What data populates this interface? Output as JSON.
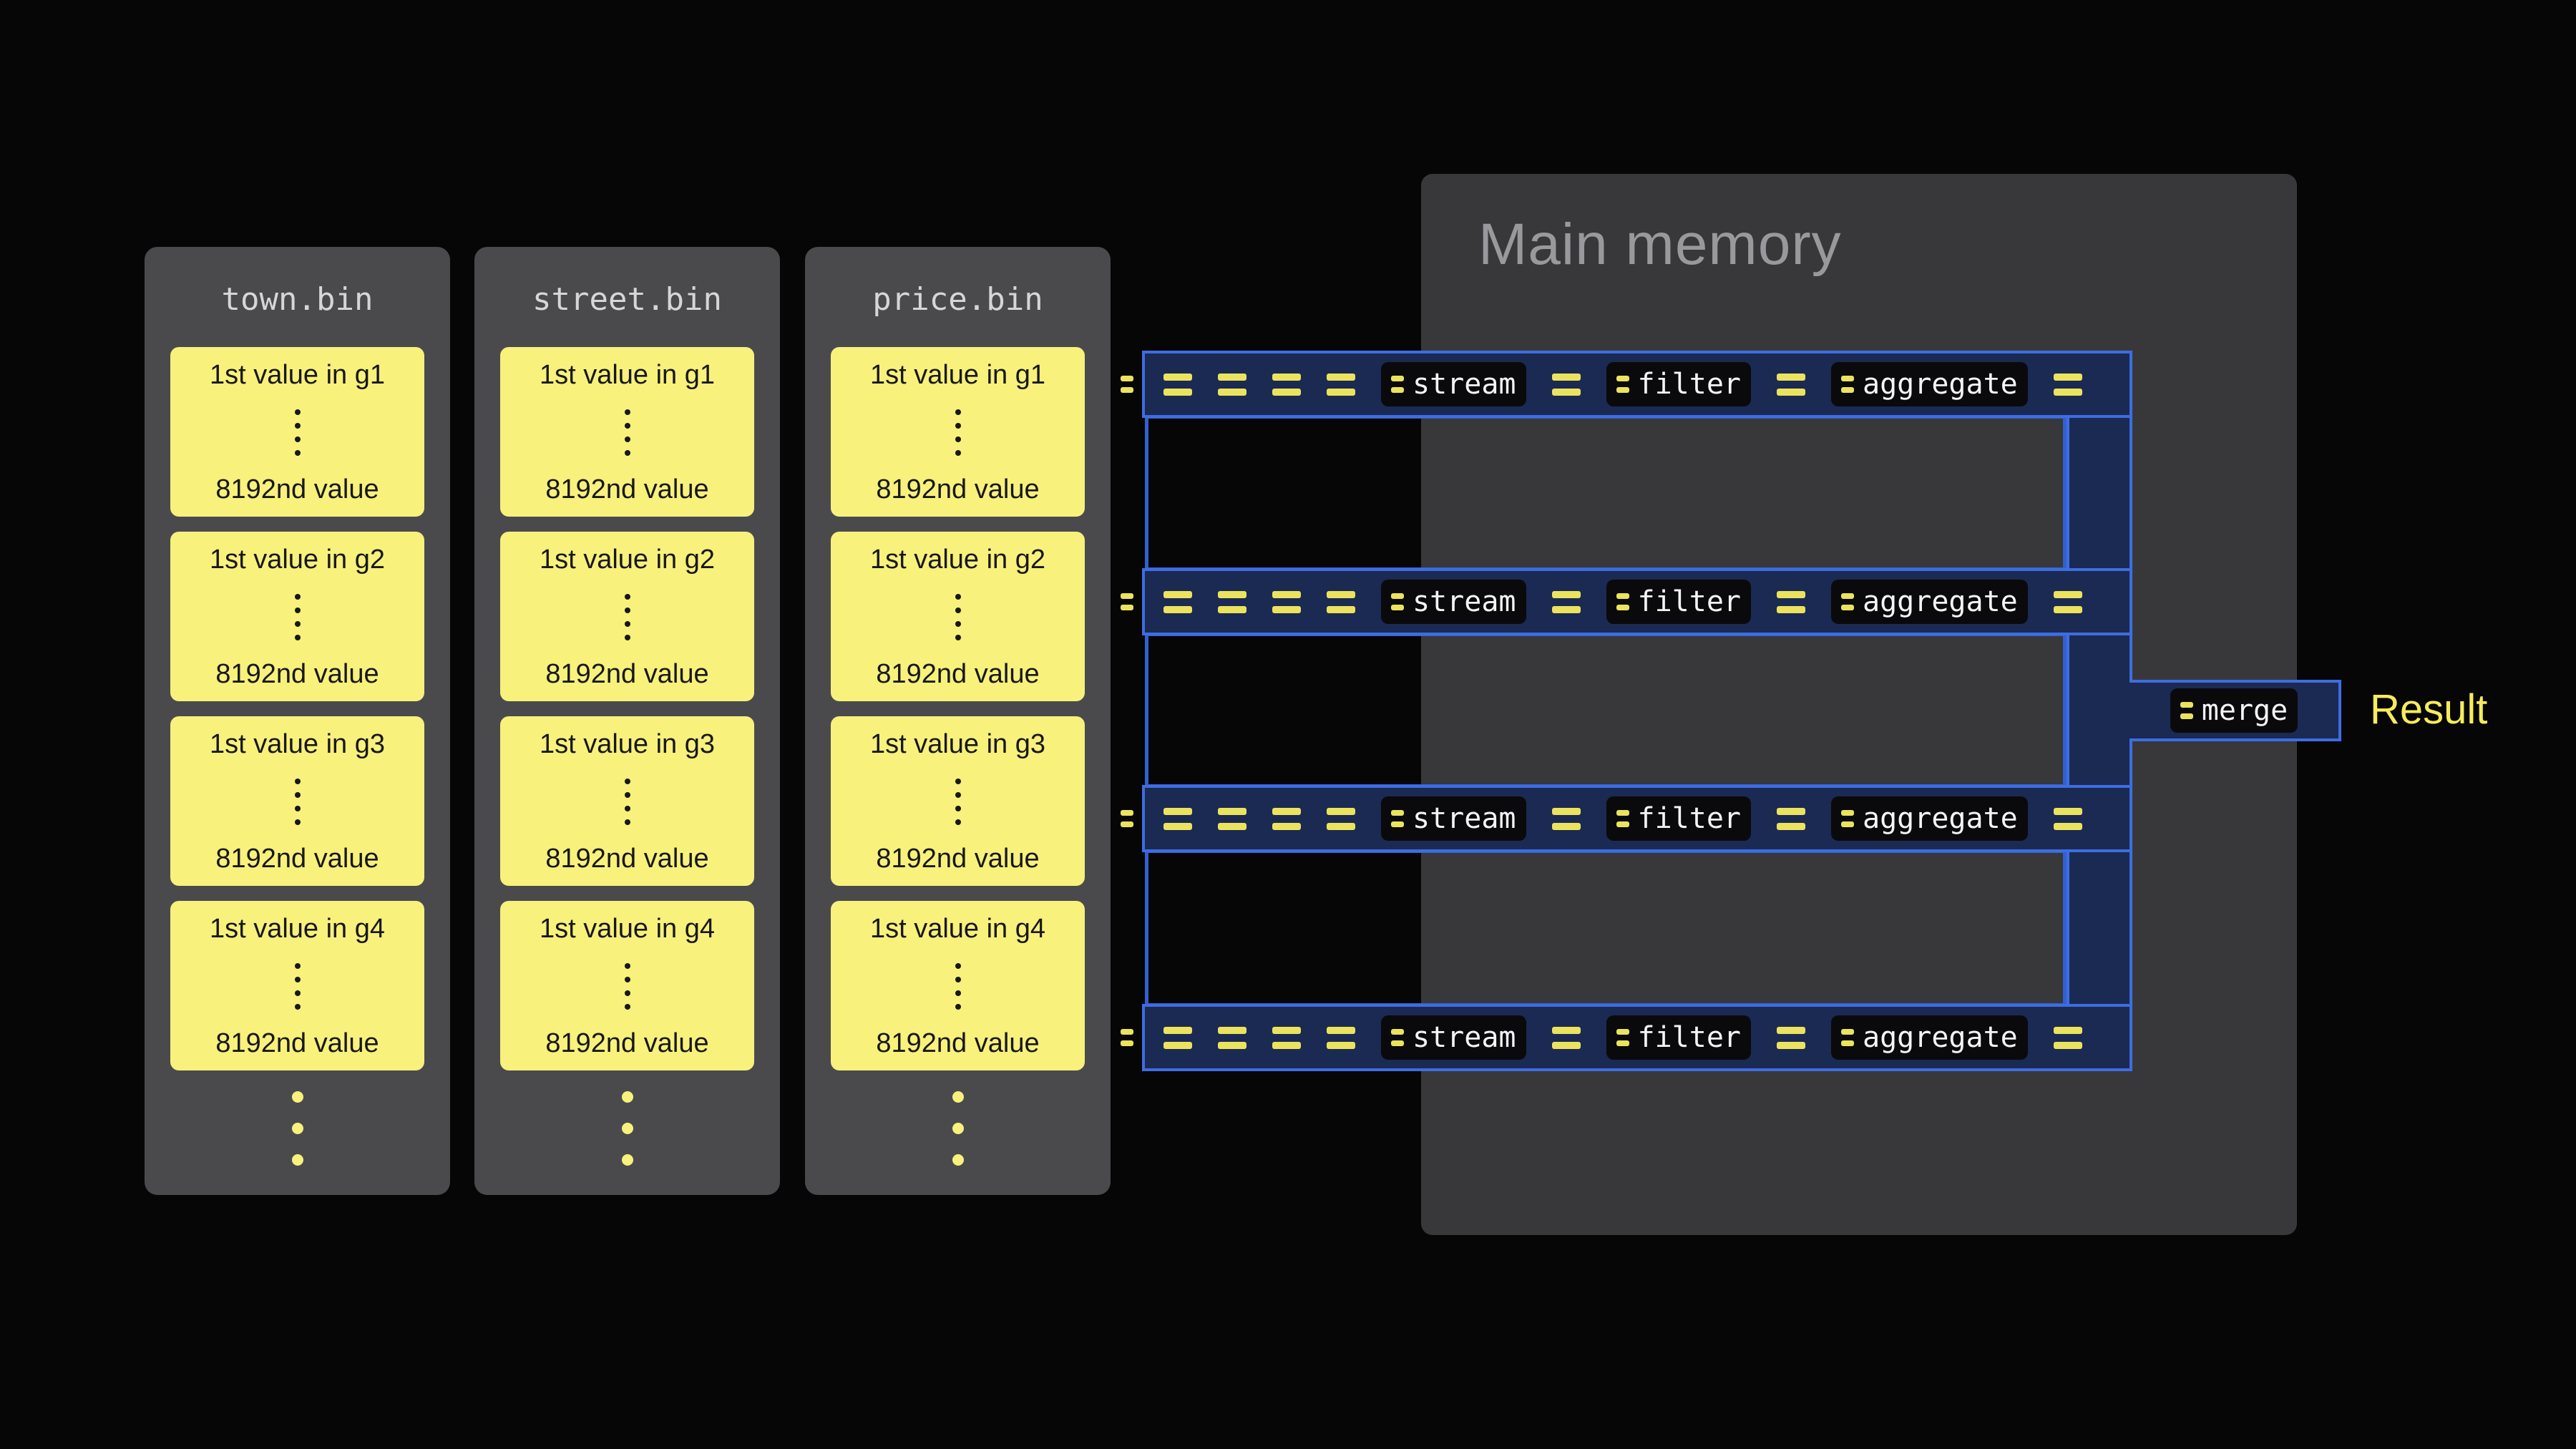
{
  "files": [
    {
      "name": "town.bin",
      "groups": [
        {
          "top": "1st value in g1",
          "bottom": "8192nd value"
        },
        {
          "top": "1st value in g2",
          "bottom": "8192nd value"
        },
        {
          "top": "1st value in g3",
          "bottom": "8192nd value"
        },
        {
          "top": "1st value in g4",
          "bottom": "8192nd value"
        }
      ]
    },
    {
      "name": "street.bin",
      "groups": [
        {
          "top": "1st value in g1",
          "bottom": "8192nd value"
        },
        {
          "top": "1st value in g2",
          "bottom": "8192nd value"
        },
        {
          "top": "1st value in g3",
          "bottom": "8192nd value"
        },
        {
          "top": "1st value in g4",
          "bottom": "8192nd value"
        }
      ]
    },
    {
      "name": "price.bin",
      "groups": [
        {
          "top": "1st value in g1",
          "bottom": "8192nd value"
        },
        {
          "top": "1st value in g2",
          "bottom": "8192nd value"
        },
        {
          "top": "1st value in g3",
          "bottom": "8192nd value"
        },
        {
          "top": "1st value in g4",
          "bottom": "8192nd value"
        }
      ]
    }
  ],
  "memory": {
    "title": "Main memory"
  },
  "pipeline": {
    "lane_count": 4,
    "stages": [
      "stream",
      "filter",
      "aggregate"
    ],
    "merge_label": "merge",
    "result_label": "Result"
  },
  "colors": {
    "background": "#060607",
    "file_card": "#4a4a4d",
    "group_fill": "#f8f17c",
    "memory_panel": "#38383b",
    "lane_fill": "#1b2a52",
    "lane_border": "#3e6de2",
    "buffer_border": "#3161cf",
    "dash": "#ebe35e",
    "badge_bg": "#0a0a0c",
    "badge_text": "#f4f4f6",
    "result_text": "#f5ec5c"
  }
}
